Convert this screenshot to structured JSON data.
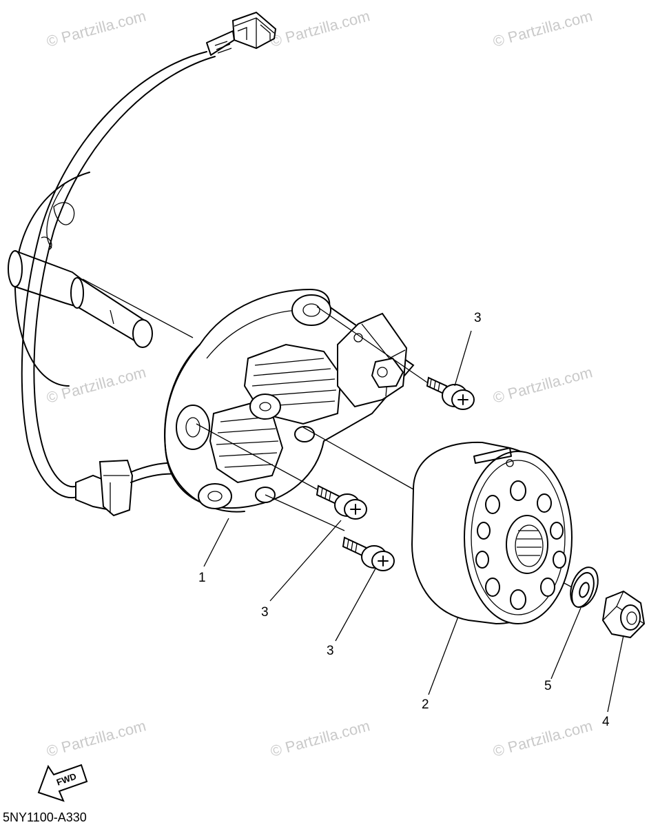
{
  "watermark": {
    "text": "© Partzilla.com",
    "color": "#c9c9c9"
  },
  "callouts": {
    "stator": "1",
    "rotor": "2",
    "screw_top": "3",
    "screw_mid": "3",
    "screw_low": "3",
    "nut": "4",
    "washer": "5"
  },
  "fwd_indicator": {
    "label": "FWD"
  },
  "diagram_code": "5NY1100-A330"
}
